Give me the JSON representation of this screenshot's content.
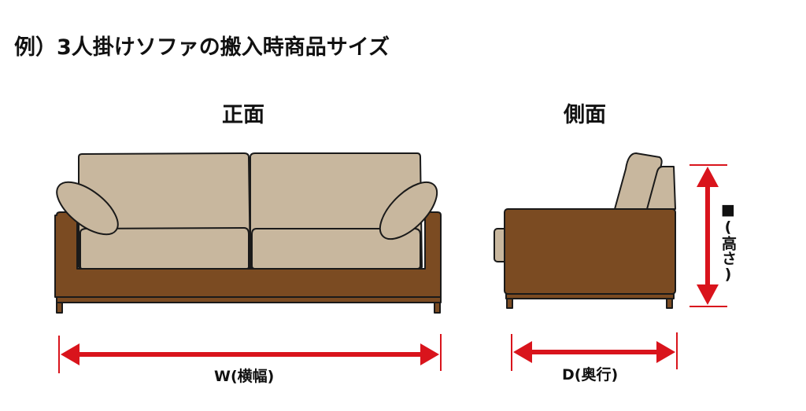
{
  "title": "例）3人掛けソファの搬入時商品サイズ",
  "views": {
    "front": {
      "label": "正面"
    },
    "side": {
      "label": "側面"
    }
  },
  "dimensions": {
    "width": {
      "label": "W(横幅)"
    },
    "depth": {
      "label": "D(奥行)"
    },
    "height": {
      "label": "■(高さ)"
    }
  },
  "colors": {
    "cushion": "#C8B79E",
    "frame": "#7B4B22",
    "outline": "#1a1a1a",
    "arrow": "#D9141C"
  }
}
